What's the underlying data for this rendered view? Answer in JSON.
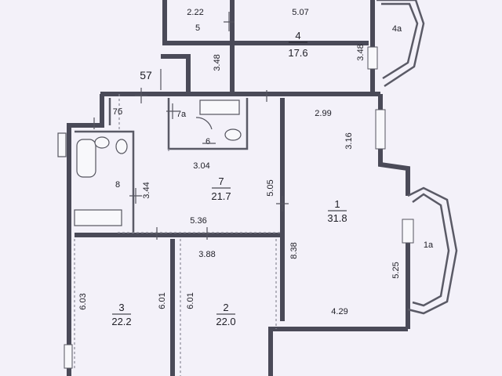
{
  "plan": {
    "apartment_number": "57",
    "rooms": [
      {
        "number": "1",
        "area": "31.8"
      },
      {
        "number": "1a",
        "area": ""
      },
      {
        "number": "2",
        "area": "22.0"
      },
      {
        "number": "3",
        "area": "22.2"
      },
      {
        "number": "4",
        "area": "17.6"
      },
      {
        "number": "4a",
        "area": ""
      },
      {
        "number": "5",
        "area": ""
      },
      {
        "number": "6",
        "area": ""
      },
      {
        "number": "7",
        "area": "21.7"
      },
      {
        "number": "7a",
        "area": ""
      },
      {
        "number": "7б",
        "area": ""
      },
      {
        "number": "8",
        "area": ""
      }
    ],
    "dimensions": [
      "2.22",
      "5.07",
      "3.48",
      "3.48",
      "2.99",
      "3.16",
      "3.04",
      "3.44",
      "5.05",
      "5.36",
      "3.88",
      "8.38",
      "5.25",
      "6.03",
      "6.01",
      "6.01",
      "4.29"
    ]
  }
}
